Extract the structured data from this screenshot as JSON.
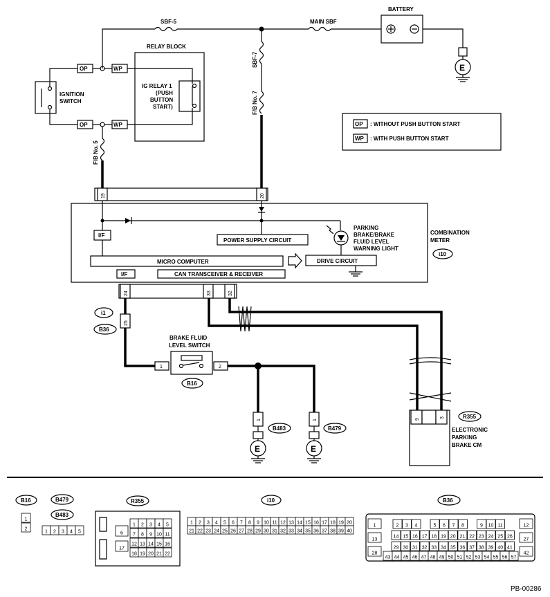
{
  "labels": {
    "sbf5": "SBF-5",
    "main_sbf": "MAIN SBF",
    "battery": "BATTERY",
    "relay_block": "RELAY BLOCK",
    "ignition_switch_1": "IGNITION",
    "ignition_switch_2": "SWITCH",
    "ig_relay_1": "IG RELAY 1",
    "ig_relay_2": "(PUSH",
    "ig_relay_3": "BUTTON",
    "ig_relay_4": "START)",
    "sbf7": "SBF-7",
    "fb7": "F/B No. 7",
    "fb5": "F/B No. 5",
    "op": "OP",
    "wp": "WP",
    "legend_op": ": WITHOUT PUSH BUTTON START",
    "legend_wp": ": WITH PUSH BUTTON START",
    "parking_1": "PARKING",
    "parking_2": "BRAKE/BRAKE",
    "parking_3": "FLUID LEVEL",
    "parking_4": "WARNING LIGHT",
    "combination_1": "COMBINATION",
    "combination_2": "METER",
    "i10": "i10",
    "if": "I/F",
    "power_supply": "POWER SUPPLY CIRCUIT",
    "micro_computer": "MICRO COMPUTER",
    "drive_circuit": "DRIVE CIRCUIT",
    "can": "CAN TRANSCEIVER & RECEIVER",
    "i1": "i1",
    "b36": "B36",
    "brake_fluid_1": "BRAKE FLUID",
    "brake_fluid_2": "LEVEL SWITCH",
    "b16": "B16",
    "b483": "B483",
    "b479": "B479",
    "r355": "R355",
    "epb_1": "ELECTRONIC",
    "epb_2": "PARKING",
    "epb_3": "BRAKE CM",
    "ground_e": "E",
    "footer_code": "PB-00286"
  },
  "pins": {
    "p19": "19",
    "p20": "20",
    "p24": "24",
    "p33": "33",
    "p32": "32",
    "p25": "25",
    "p1": "1",
    "p2": "2",
    "p9": "9",
    "p3": "3"
  },
  "connectors": {
    "b16_pins": [
      "1",
      "2"
    ],
    "b479_pins": [
      "1",
      "2",
      "3",
      "4",
      "5"
    ],
    "r355_pins": [
      [
        "1",
        "2",
        "3",
        "4",
        "5"
      ],
      [
        "7",
        "8",
        "9",
        "10",
        "11"
      ],
      [
        "12",
        "13",
        "14",
        "15",
        "16"
      ],
      [
        "18",
        "19",
        "20",
        "21",
        "22"
      ]
    ],
    "r355_side": [
      "6",
      "17"
    ],
    "i10_pins": [
      [
        "1",
        "2",
        "3",
        "4",
        "5",
        "6",
        "7",
        "8",
        "9",
        "10",
        "11",
        "12",
        "13",
        "14",
        "15",
        "16",
        "17",
        "18",
        "19",
        "20"
      ],
      [
        "21",
        "22",
        "23",
        "24",
        "25",
        "26",
        "27",
        "28",
        "29",
        "30",
        "31",
        "32",
        "33",
        "34",
        "35",
        "36",
        "37",
        "38",
        "39",
        "40"
      ]
    ],
    "b36_left": [
      "1",
      "13",
      "28"
    ],
    "b36_right": [
      "12",
      "27",
      "42"
    ],
    "b36_row1": [
      "2",
      "3",
      "4",
      "",
      "5",
      "6",
      "7",
      "8",
      "",
      "9",
      "10",
      "11"
    ],
    "b36_row2": [
      "14",
      "15",
      "16",
      "17",
      "18",
      "19",
      "20",
      "21",
      "22",
      "23",
      "24",
      "25",
      "26"
    ],
    "b36_row3": [
      "29",
      "30",
      "31",
      "32",
      "33",
      "34",
      "35",
      "36",
      "37",
      "38",
      "39",
      "40",
      "41"
    ],
    "b36_row4": [
      "43",
      "44",
      "45",
      "46",
      "47",
      "48",
      "49",
      "50",
      "51",
      "52",
      "53",
      "54",
      "55",
      "56",
      "57"
    ]
  }
}
